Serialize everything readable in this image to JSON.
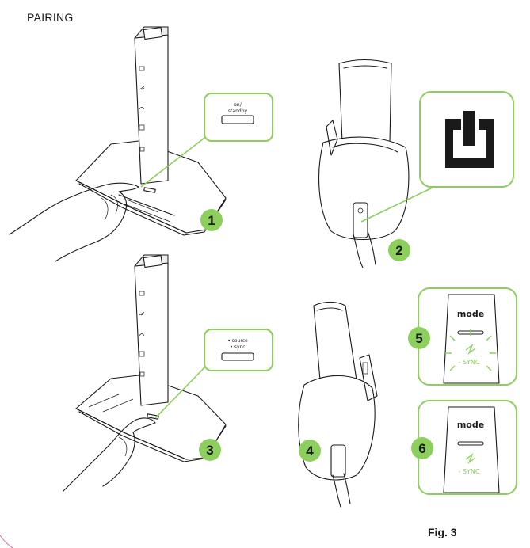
{
  "title": "PAIRING",
  "figure_label": "Fig. 3",
  "steps": [
    {
      "number": "1",
      "callout_text_line1": "on/",
      "callout_text_line2": "standby"
    },
    {
      "number": "2"
    },
    {
      "number": "3",
      "callout_text_line1": "• source",
      "callout_text_line2": "• sync"
    },
    {
      "number": "4"
    },
    {
      "number": "5",
      "mode_label": "mode",
      "sync_label": "- SYNC"
    },
    {
      "number": "6",
      "mode_label": "mode",
      "sync_label": "- SYNC"
    }
  ],
  "colors": {
    "accent": "#8ccf5c",
    "line": "#1a1a1a",
    "background": "#ffffff"
  },
  "icons": [
    "power-icon",
    "sync-icon",
    "hand-icon"
  ]
}
